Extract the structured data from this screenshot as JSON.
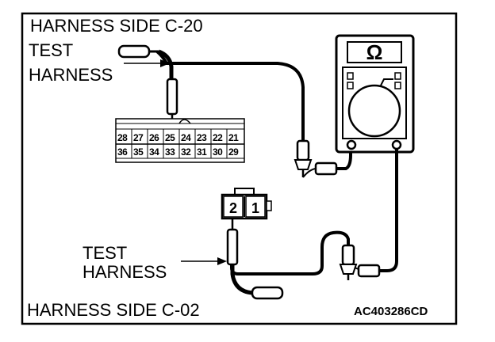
{
  "labels": {
    "harness_side_top": "HARNESS SIDE C-20",
    "test_top_line1": "TEST",
    "test_top_line2": "HARNESS",
    "test_bottom_line1": "TEST",
    "test_bottom_line2": "HARNESS",
    "harness_side_bottom": "HARNESS SIDE C-02",
    "figure_code": "AC403286CD"
  },
  "connector_c20": {
    "top_row": [
      "28",
      "27",
      "26",
      "25",
      "24",
      "23",
      "22",
      "21"
    ],
    "bottom_row": [
      "36",
      "35",
      "34",
      "33",
      "32",
      "31",
      "30",
      "29"
    ]
  },
  "connector_c02": {
    "pins": [
      "2",
      "1"
    ]
  },
  "meter": {
    "display_symbol": "Ω"
  },
  "colors": {
    "line": "#000000",
    "background": "#ffffff"
  }
}
